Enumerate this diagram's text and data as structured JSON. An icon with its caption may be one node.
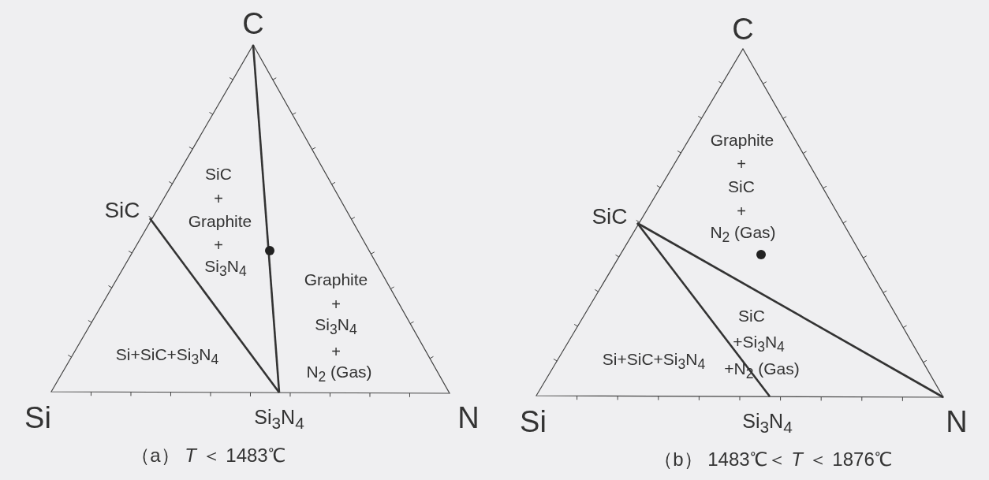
{
  "diagram": {
    "labels": [
      "C",
      "SiC",
      "SiC",
      "+",
      "Graphite",
      "+",
      "Si$_{3}$N$_{4}$",
      "Graphite",
      "+",
      "Si$_{3}$N$_{4}$",
      "+",
      "N$_{2}$ (Gas)",
      "Si+SiC+Si$_{3}$N$_{4}$",
      "Si",
      "Si$_{3}$N$_{4}$",
      "N",
      "（a） *T* ＜ 1483℃",
      "C",
      "Graphite",
      "+",
      "SiC",
      "+",
      "N$_{2}$ (Gas)",
      "SiC",
      "SiC",
      "+Si$_{3}$N$_{4}$",
      "+N$_{2}$ (Gas)",
      "Si+SiC+Si$_{3}$N$_{4}$",
      "Si",
      "Si$_{3}$N$_{4}$",
      "N",
      "（b） 1483℃＜ *T* ＜ 1876℃"
    ]
  }
}
